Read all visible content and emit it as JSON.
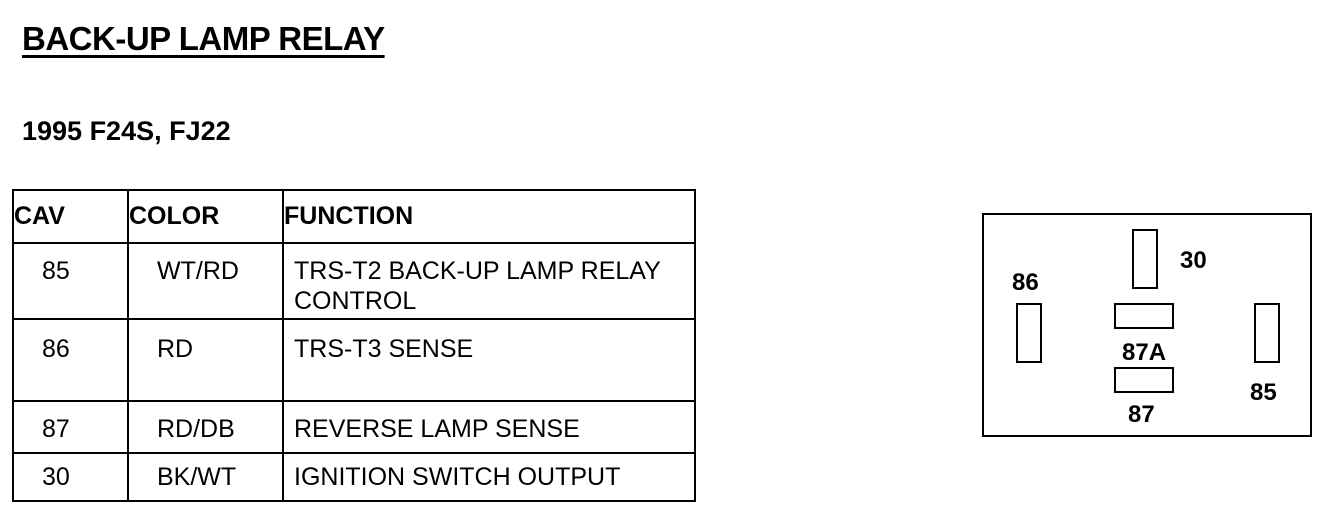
{
  "title": "BACK-UP LAMP RELAY",
  "subtitle": "1995 F24S, FJ22",
  "table": {
    "headers": {
      "cav": "CAV",
      "color": "COLOR",
      "function": "FUNCTION"
    },
    "rows": [
      {
        "cav": "85",
        "color": "WT/RD",
        "function_line1": "TRS-T2 BACK-UP LAMP RELAY",
        "function_line2": "CONTROL"
      },
      {
        "cav": "86",
        "color": "RD",
        "function_line1": "TRS-T3 SENSE",
        "function_line2": ""
      },
      {
        "cav": "87",
        "color": "RD/DB",
        "function_line1": "REVERSE LAMP SENSE",
        "function_line2": ""
      },
      {
        "cav": "30",
        "color": "BK/WT",
        "function_line1": "IGNITION SWITCH OUTPUT",
        "function_line2": ""
      }
    ]
  },
  "connector": {
    "pins": {
      "p30": "30",
      "p86": "86",
      "p87A": "87A",
      "p87": "87",
      "p85": "85"
    }
  }
}
